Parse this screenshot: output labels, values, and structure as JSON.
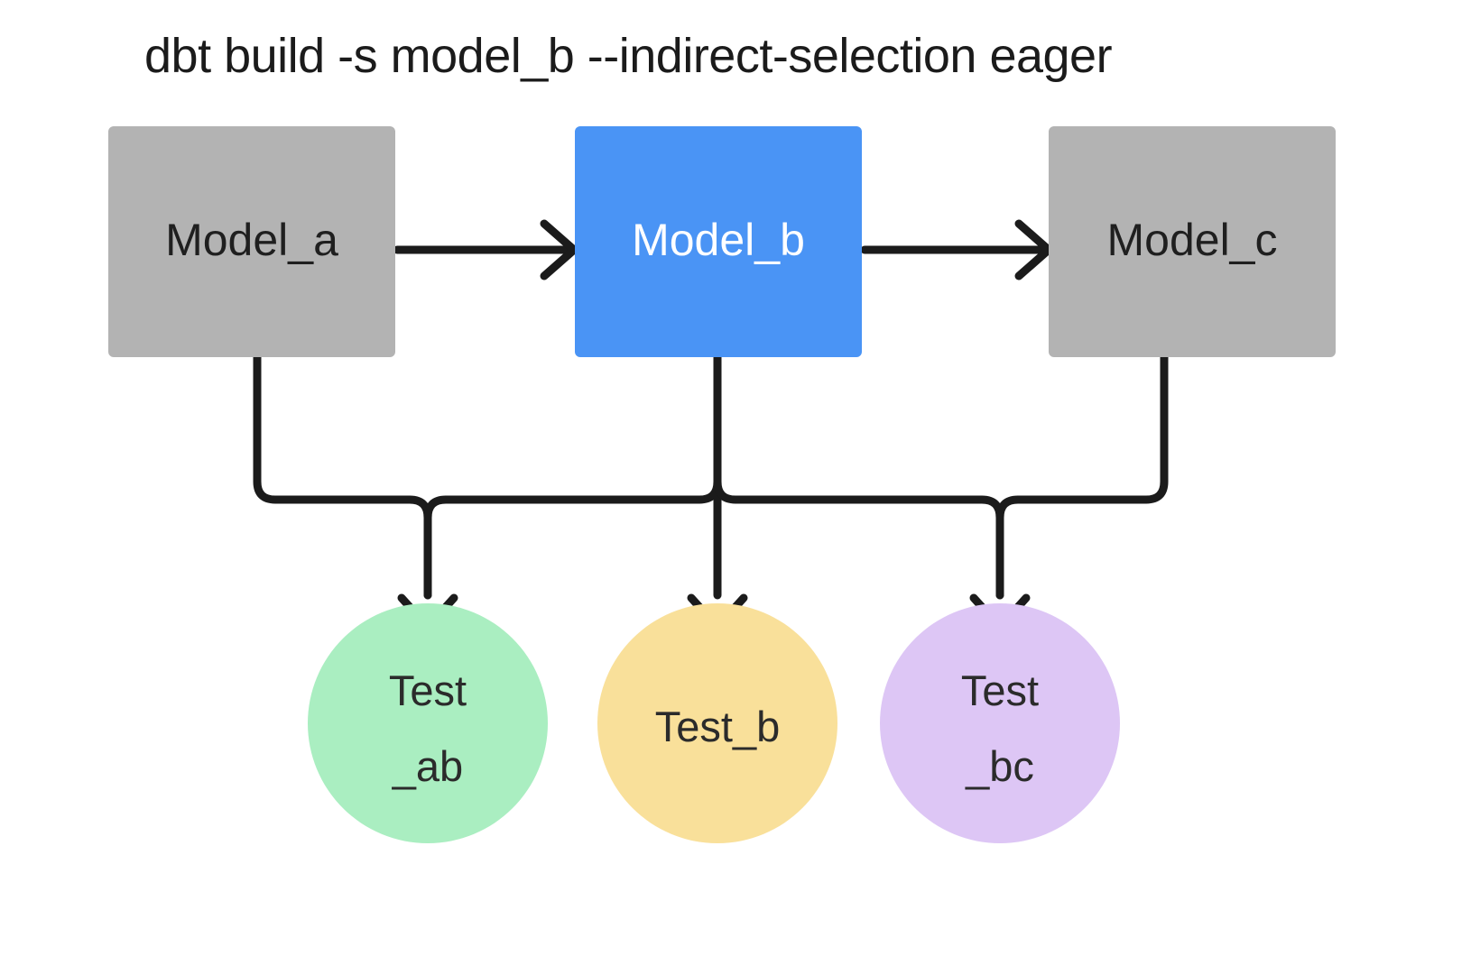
{
  "title": "dbt build -s model_b --indirect-selection eager",
  "colors": {
    "background": "#ffffff",
    "model_default": "#b3b3b3",
    "model_selected": "#4a94f5",
    "test_ab": "#aaeec1",
    "test_b": "#f9e09a",
    "test_bc": "#ddc6f5",
    "edge": "#1b1b1b",
    "text_dark": "#1f1f1f",
    "text_light": "#ffffff"
  },
  "models": [
    {
      "id": "model_a",
      "label": "Model_a",
      "state": "unselected",
      "fill": "#b3b3b3",
      "text_color": "#1f1f1f"
    },
    {
      "id": "model_b",
      "label": "Model_b",
      "state": "selected",
      "fill": "#4a94f5",
      "text_color": "#ffffff"
    },
    {
      "id": "model_c",
      "label": "Model_c",
      "state": "unselected",
      "fill": "#b3b3b3",
      "text_color": "#1f1f1f"
    }
  ],
  "tests": [
    {
      "id": "test_ab",
      "label": "Test_ab",
      "line1": "Test",
      "line2": "_ab",
      "fill": "#aaeec1"
    },
    {
      "id": "test_b",
      "label": "Test_b",
      "line1": "Test_b",
      "line2": "",
      "fill": "#f9e09a"
    },
    {
      "id": "test_bc",
      "label": "Test_bc",
      "line1": "Test",
      "line2": "_bc",
      "fill": "#ddc6f5"
    }
  ],
  "edges": [
    {
      "from": "model_a",
      "to": "model_b",
      "kind": "model-to-model"
    },
    {
      "from": "model_b",
      "to": "model_c",
      "kind": "model-to-model"
    },
    {
      "from": "model_a",
      "to": "test_ab",
      "kind": "model-to-test"
    },
    {
      "from": "model_b",
      "to": "test_ab",
      "kind": "model-to-test"
    },
    {
      "from": "model_b",
      "to": "test_b",
      "kind": "model-to-test"
    },
    {
      "from": "model_b",
      "to": "test_bc",
      "kind": "model-to-test"
    },
    {
      "from": "model_c",
      "to": "test_bc",
      "kind": "model-to-test"
    }
  ]
}
